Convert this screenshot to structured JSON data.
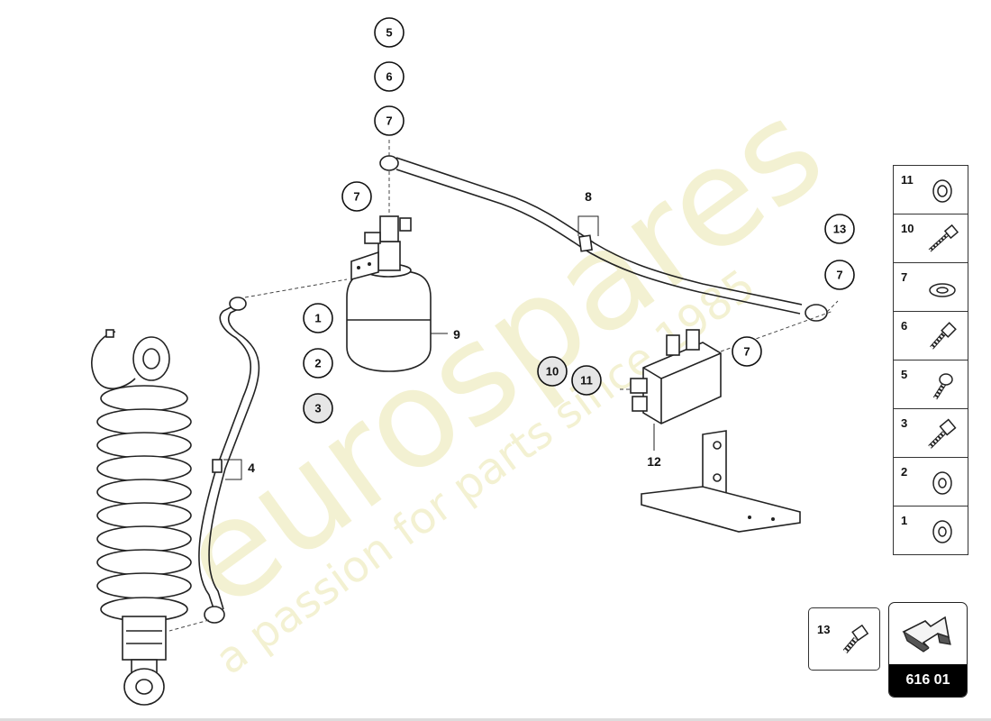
{
  "diagram": {
    "callouts": {
      "c5": "5",
      "c6": "6",
      "c7a": "7",
      "c7b": "7",
      "c1": "1",
      "c2": "2",
      "c3": "3",
      "c13": "13",
      "c7c": "7",
      "c7d": "7",
      "c10": "10",
      "c11": "11"
    },
    "labels": {
      "l8": "8",
      "l9": "9",
      "l4": "4",
      "l12": "12"
    }
  },
  "watermark": {
    "brand": "eurospares",
    "tagline": "a passion for parts since 1985"
  },
  "legend": {
    "items": [
      {
        "number": "11",
        "icon": "washer-icon"
      },
      {
        "number": "10",
        "icon": "bolt-icon"
      },
      {
        "number": "7",
        "icon": "sealing-ring-icon"
      },
      {
        "number": "6",
        "icon": "hollow-screw-icon"
      },
      {
        "number": "5",
        "icon": "screw-icon"
      },
      {
        "number": "3",
        "icon": "hex-bolt-icon"
      },
      {
        "number": "2",
        "icon": "ring-icon"
      },
      {
        "number": "1",
        "icon": "washer-icon"
      }
    ]
  },
  "extra_part": {
    "number": "13",
    "icon": "hex-screw-icon"
  },
  "reference": {
    "code": "616 01",
    "icon": "navigation-arrow-icon"
  }
}
